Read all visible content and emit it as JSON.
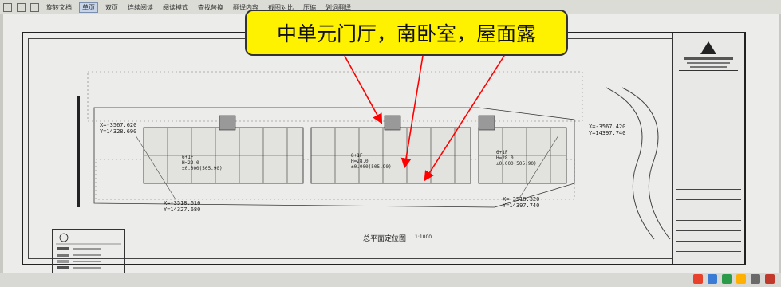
{
  "toolbar": {
    "items": [
      "旋转文档",
      "单页",
      "双页",
      "连续阅读",
      "阅读模式",
      "查找替换",
      "翻译内容",
      "截图对比",
      "压缩",
      "划词翻译"
    ],
    "active_index": 1
  },
  "callout": {
    "text": "中单元门厅，南卧室，屋面露",
    "color": "#fff200",
    "arrow_color": "#ff0000"
  },
  "drawing": {
    "title": "总平面定位图",
    "scale": "1:1000",
    "coords": {
      "c1": "X=-3567.620\nY=14328.690",
      "c2": "X=-3567.420\nY=14397.740",
      "c3": "X=-3518.616\nY=14327.680",
      "c4": "X=-3518.320\nY=14397.740"
    },
    "building_labels": {
      "b1": "6+1F\nH=22.0\n±0.000(505.90)",
      "b2": "8+1F\nH=28.0\n±0.000(505.90)",
      "b3": "6+1F\nH=28.0\n±0.000(505.90)"
    }
  },
  "taskbar": {
    "tray_colors": [
      "#e8412c",
      "#3a7bd5",
      "#2b9b4a",
      "#ffb000",
      "#6a6a6a",
      "#c0392b"
    ]
  }
}
